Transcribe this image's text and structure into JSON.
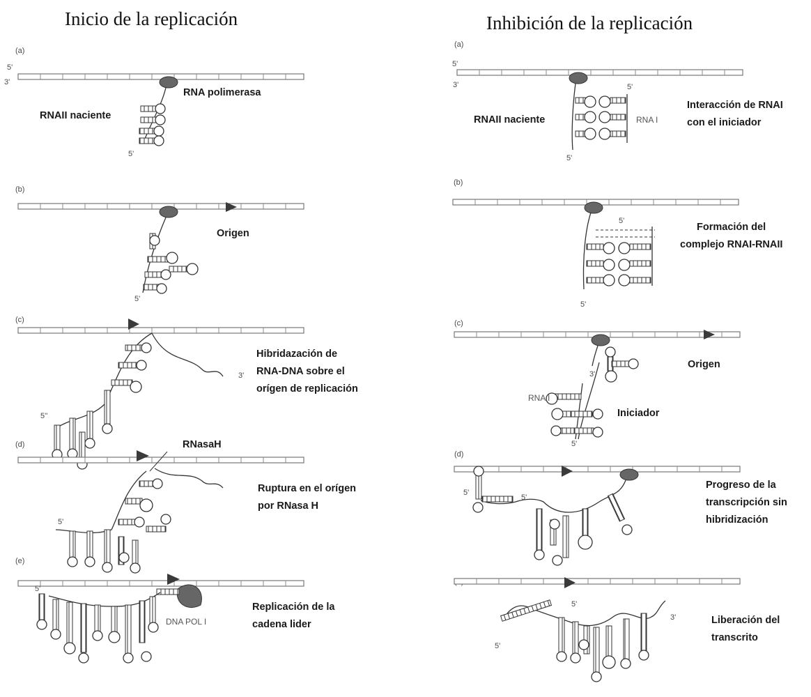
{
  "titles": {
    "left": "Inicio de la replicación",
    "right": "Inhibición de la replicación"
  },
  "left": {
    "a": {
      "panel": "(a)",
      "five": "5'",
      "three": "3'",
      "polymerase": "RNA polimerasa",
      "nascent": "RNAII naciente",
      "five_end": "5'"
    },
    "b": {
      "panel": "(b)",
      "origin": "Origen",
      "five_end": "5'"
    },
    "c": {
      "panel": "(c)",
      "three_end": "3'",
      "five_end": "5''",
      "caption": [
        "Hibridazación de",
        "RNA-DNA  sobre el",
        "orígen de replicación"
      ]
    },
    "d": {
      "panel": "(d)",
      "enzyme": "RNasaH",
      "five_end": "5'",
      "caption": [
        "Ruptura en el orígen",
        "por RNasa H"
      ]
    },
    "e": {
      "panel": "(e)",
      "five_end": "5'",
      "enzyme": "DNA POL I",
      "caption": [
        "Replicación de la",
        "cadena lider"
      ]
    }
  },
  "right": {
    "a": {
      "panel": "(a)",
      "five": "5'",
      "three": "3'",
      "five_rnai": "5'",
      "nascent": "RNAII naciente",
      "rnai": "RNA I",
      "five_end": "5'",
      "caption": [
        "Interacción de RNAI",
        "con el iniciador"
      ]
    },
    "b": {
      "panel": "(b)",
      "five_top": "5'",
      "five_end": "5'",
      "caption": [
        "Formación del",
        "complejo RNAI-RNAII"
      ]
    },
    "c": {
      "panel": "(c)",
      "origin": "Origen",
      "three_end": "3'",
      "rnai": "RNA I",
      "primer": "Iniciador",
      "five_end": "5'"
    },
    "d": {
      "panel": "(d)",
      "five_a": "5'",
      "five_b": "5'",
      "caption": [
        "Progreso de la",
        "transcripción sin",
        "hibridización"
      ]
    },
    "e": {
      "panel": "(e)",
      "five_top": "5'",
      "three_end": "3'",
      "five_end": "5'",
      "caption": [
        "Liberación del",
        "transcrito"
      ]
    }
  }
}
